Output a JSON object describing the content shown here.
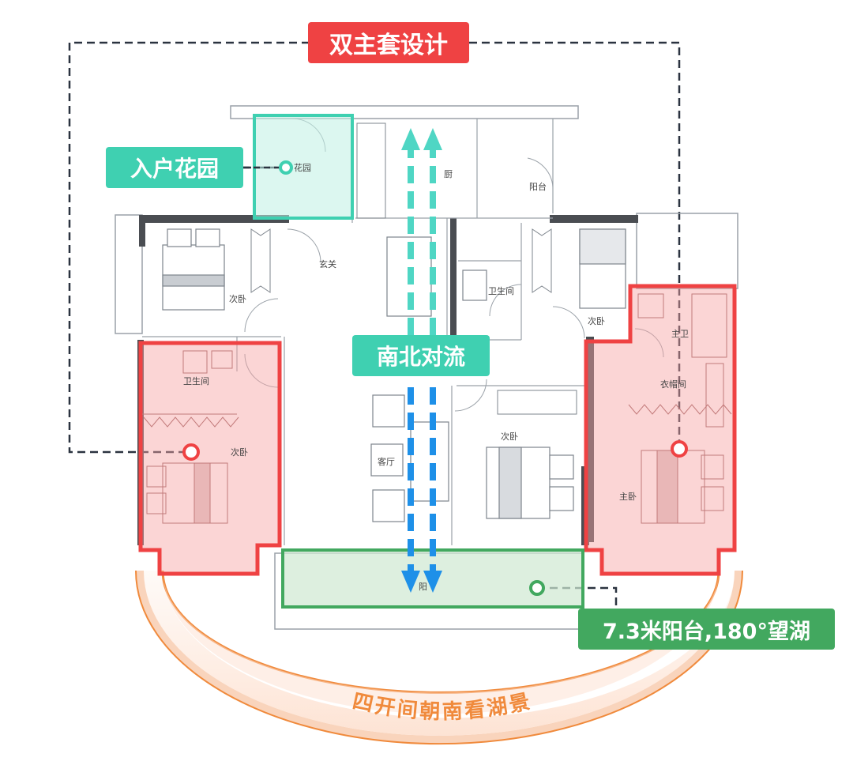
{
  "callouts": {
    "double_master": "双主套设计",
    "entry_garden": "入户花园",
    "ventilation": "南北对流",
    "balcony": "7.3米阳台,180°望湖",
    "lake_view": "四开间朝南看湖景"
  },
  "rooms": {
    "garden": "花园",
    "kitchen": "厨",
    "balcony_north": "阳台",
    "foyer": "玄关",
    "bedroom_nw": "次卧",
    "bathroom_center": "卫生间",
    "bedroom_ne": "次卧",
    "master_bath": "主卫",
    "cloakroom": "衣帽间",
    "bathroom_west": "卫生间",
    "bedroom_sw": "次卧",
    "living": "客厅",
    "bedroom_s": "次卧",
    "master_bedroom": "主卧",
    "balcony_south": "阳"
  },
  "colors": {
    "red": "#ef4243",
    "teal": "#3fd0b1",
    "green": "#42a85f",
    "orange": "#f08a3c",
    "arrow_blue": "#1e90e8",
    "arrow_teal": "#4fd6c4",
    "dash_line": "#2b3340"
  }
}
